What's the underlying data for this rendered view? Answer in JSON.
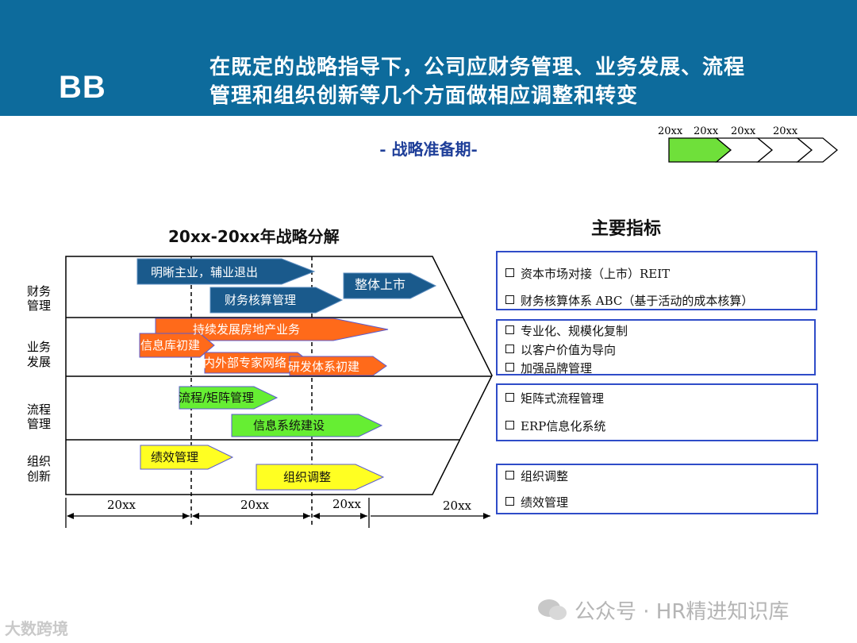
{
  "header": {
    "logo": "BB",
    "title_line1": "在既定的战略指导下，公司应财务管理、业务发展、流程",
    "title_line2": "管理和组织创新等几个方面做相应调整和转变"
  },
  "subtitle": "- 战略准备期-",
  "phase_arrows": {
    "labels": [
      "20xx",
      "20xx",
      "20xx",
      "20xx"
    ],
    "active_color": "#6fe03a"
  },
  "chart": {
    "title": "20xx-20xx年战略分解",
    "rows": [
      {
        "label_line1": "财务",
        "label_line2": "管理"
      },
      {
        "label_line1": "业务",
        "label_line2": "发展"
      },
      {
        "label_line1": "流程",
        "label_line2": "管理"
      },
      {
        "label_line1": "组织",
        "label_line2": "创新"
      }
    ],
    "arrows": [
      {
        "text": "明晰主业，辅业退出",
        "color": "#1a5a8c",
        "text_color": "#ffffff"
      },
      {
        "text": "财务核算管理",
        "color": "#1a5a8c",
        "text_color": "#ffffff"
      },
      {
        "text": "整体上市",
        "color": "#1a5a8c",
        "text_color": "#ffffff"
      },
      {
        "text": "持续发展房地产业务",
        "color": "#ff6a1a",
        "text_color": "#ffffff"
      },
      {
        "text": "信息库初建",
        "color": "#ff6a1a",
        "text_color": "#ffffff"
      },
      {
        "text": "内外部专家网络",
        "color": "#ff6a1a",
        "text_color": "#ffffff"
      },
      {
        "text": "研发体系初建",
        "color": "#ff6a1a",
        "text_color": "#ffffff"
      },
      {
        "text": "流程/矩阵管理",
        "color": "#66ee33",
        "text_color": "#111111"
      },
      {
        "text": "信息系统建设",
        "color": "#66ee33",
        "text_color": "#111111"
      },
      {
        "text": "绩效管理",
        "color": "#ffff22",
        "text_color": "#111111"
      },
      {
        "text": "组织调整",
        "color": "#ffff22",
        "text_color": "#111111"
      }
    ],
    "timeline": [
      "20xx",
      "20xx",
      "20xx",
      "20xx"
    ]
  },
  "indicators": {
    "title": "主要指标",
    "groups": [
      [
        "资本市场对接（上市）REIT",
        "财务核算体系 ABC（基于活动的成本核算）"
      ],
      [
        "专业化、规模化复制",
        "以客户价值为导向",
        "加强品牌管理"
      ],
      [
        "矩阵式流程管理",
        "ERP信息化系统"
      ],
      [
        "组织调整",
        "绩效管理"
      ]
    ]
  },
  "watermark": "公众号 · HR精进知识库",
  "corner_mark": "大数跨境"
}
